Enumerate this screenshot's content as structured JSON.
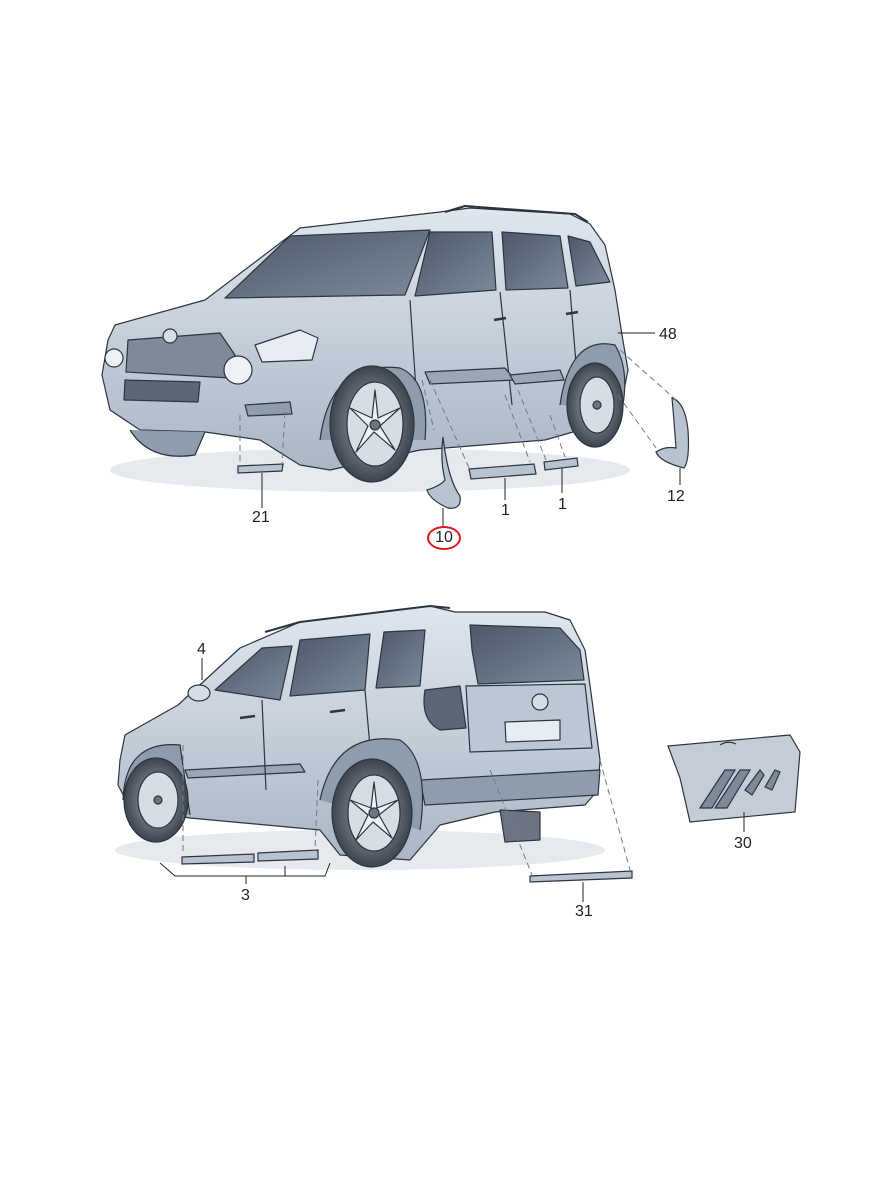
{
  "callouts": {
    "c48": "48",
    "c12": "12",
    "c21": "21",
    "c10": "10",
    "c1a": "1",
    "c1b": "1",
    "c4": "4",
    "c3": "3",
    "c30": "30",
    "c31": "31"
  },
  "colors": {
    "body": "#c9d3df",
    "body_dark": "#8f9cab",
    "glass": "#5b6777",
    "outline": "#2c3440",
    "highlight": "#e0161b"
  }
}
